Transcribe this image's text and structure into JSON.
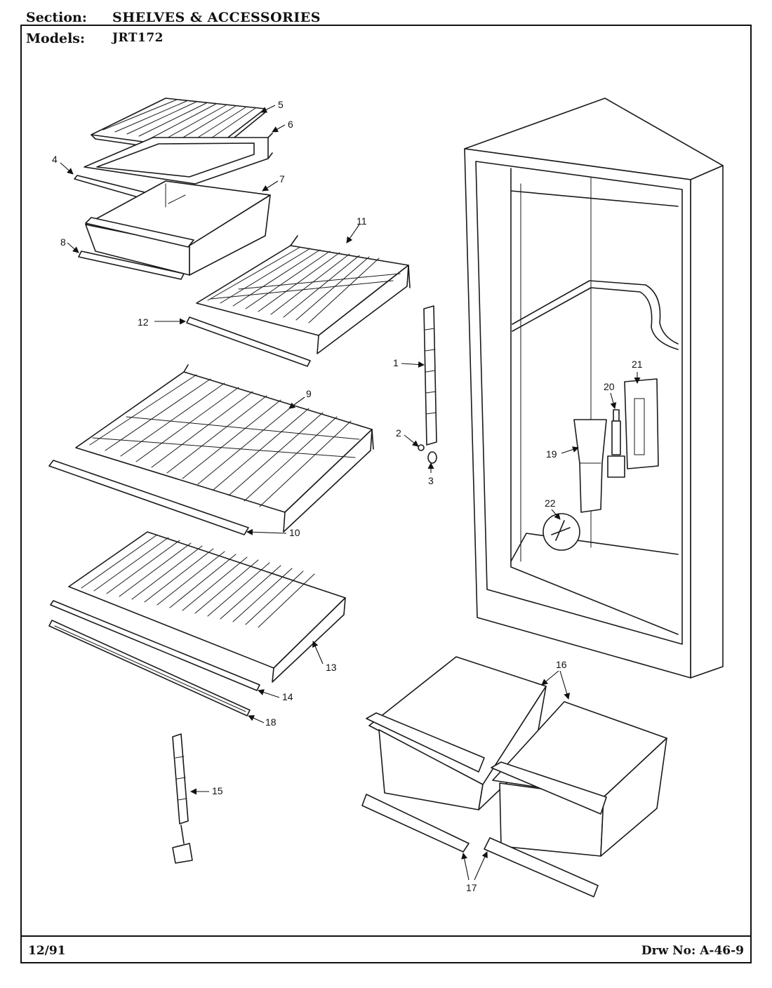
{
  "header": {
    "section_label": "Section:",
    "section_value": "SHELVES & ACCESSORIES",
    "models_label": "Models:",
    "models_value": "JRT172"
  },
  "footer": {
    "date": "12/91",
    "drawing_number": "Drw No: A-46-9"
  },
  "callouts": {
    "c1": "1",
    "c2": "2",
    "c3": "3",
    "c4": "4",
    "c5": "5",
    "c6": "6",
    "c7": "7",
    "c8": "8",
    "c9": "9",
    "c10": "10",
    "c11": "11",
    "c12": "12",
    "c13": "13",
    "c14": "14",
    "c15": "15",
    "c16": "16",
    "c17": "17",
    "c18": "18",
    "c19": "19",
    "c20": "20",
    "c21": "21",
    "c22": "22"
  }
}
